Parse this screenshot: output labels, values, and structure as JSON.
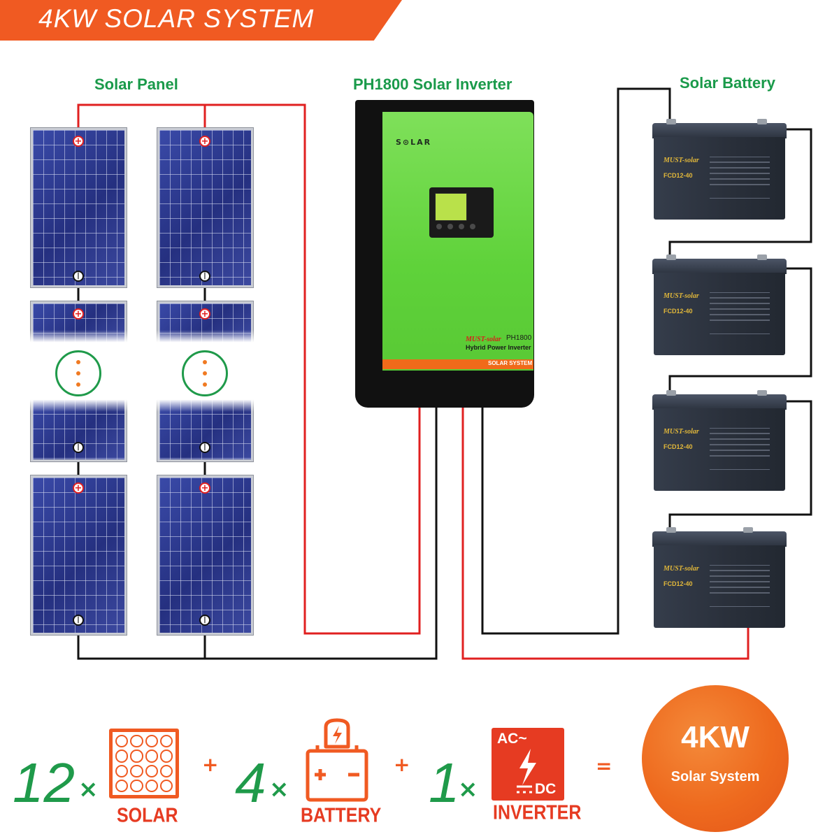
{
  "header": {
    "title": "4KW SOLAR SYSTEM"
  },
  "labels": {
    "solar_panel": "Solar Panel",
    "inverter": "PH1800 Solar Inverter",
    "battery": "Solar Battery"
  },
  "inverter": {
    "logo": "S⊙LAR",
    "brand": "MUST-solar",
    "model": "PH1800",
    "subtitle": "Hybrid Power Inverter",
    "stripe_label": "SOLAR SYSTEM"
  },
  "battery_unit": {
    "brand": "MUST-solar",
    "model": "FCD12-40",
    "count": 4
  },
  "formula": {
    "panels": {
      "count": "12",
      "times": "×",
      "caption": "SOLAR",
      "icon": "solar-panel-icon"
    },
    "plus_1": "+",
    "batteries": {
      "count": "4",
      "times": "×",
      "caption": "BATTERY",
      "icon": "battery-charge-icon"
    },
    "plus_2": "+",
    "inverters": {
      "count": "1",
      "times": "×",
      "caption": "INVERTER",
      "icon": "ac-dc-inverter-icon",
      "icon_top": "AC~",
      "icon_bottom": "DC"
    },
    "equals": "=",
    "result": {
      "title": "4KW",
      "subtitle": "Solar System"
    }
  },
  "colors": {
    "accent_orange": "#f05a22",
    "label_green": "#1a9a4a",
    "inverter_green": "#5fd23a",
    "wire_positive": "#e02020",
    "wire_negative": "#111111"
  }
}
